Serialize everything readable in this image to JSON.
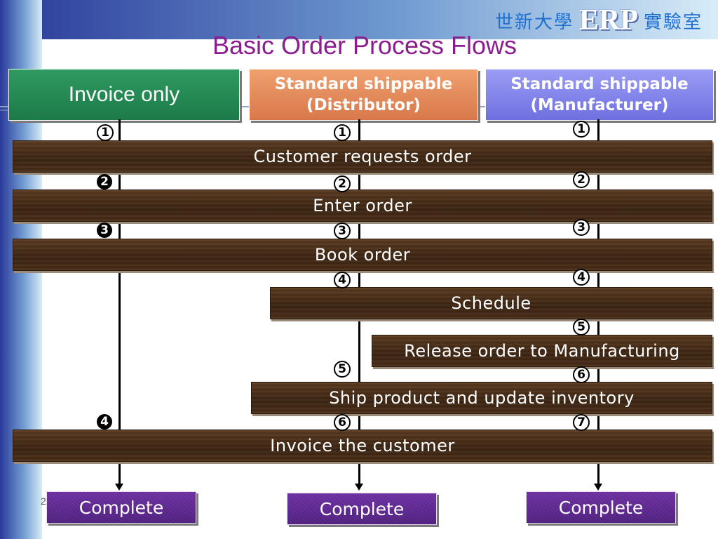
{
  "header": {
    "university": "世新大學",
    "erp": "ERP",
    "lab": "實驗室"
  },
  "title": "Basic Order Process Flows",
  "columns": [
    {
      "label": "Invoice only"
    },
    {
      "label": "Standard shippable\n(Distributor)"
    },
    {
      "label": "Standard shippable\n(Manufacturer)"
    }
  ],
  "steps": [
    {
      "label": "Customer requests order"
    },
    {
      "label": "Enter order"
    },
    {
      "label": "Book order"
    },
    {
      "label": "Schedule"
    },
    {
      "label": "Release order to Manufacturing"
    },
    {
      "label": "Ship product and update inventory"
    },
    {
      "label": "Invoice the customer"
    }
  ],
  "step_numbers": {
    "invoice_only": [
      "1",
      "2",
      "3",
      "4"
    ],
    "distributor": [
      "1",
      "2",
      "3",
      "4",
      "5",
      "6"
    ],
    "manufacturer": [
      "1",
      "2",
      "3",
      "4",
      "5",
      "6",
      "7"
    ]
  },
  "complete_label": "Complete",
  "page_number": "2",
  "colors": {
    "title": "#8b1e8f",
    "invoice_header": "#1c7a48",
    "distributor_header": "#d8784a",
    "manufacturer_header": "#6f70e0",
    "step_bar": "#3b2412",
    "complete_box": "#4c1b7e"
  }
}
